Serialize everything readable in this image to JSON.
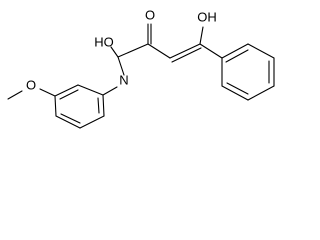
{
  "molecule": {
    "labels": {
      "hydroxy_amide": "HO",
      "keto_oxygen": "O",
      "enol_hydroxy": "OH",
      "amide_nitrogen": "N",
      "methoxy_oxygen": "O"
    }
  }
}
